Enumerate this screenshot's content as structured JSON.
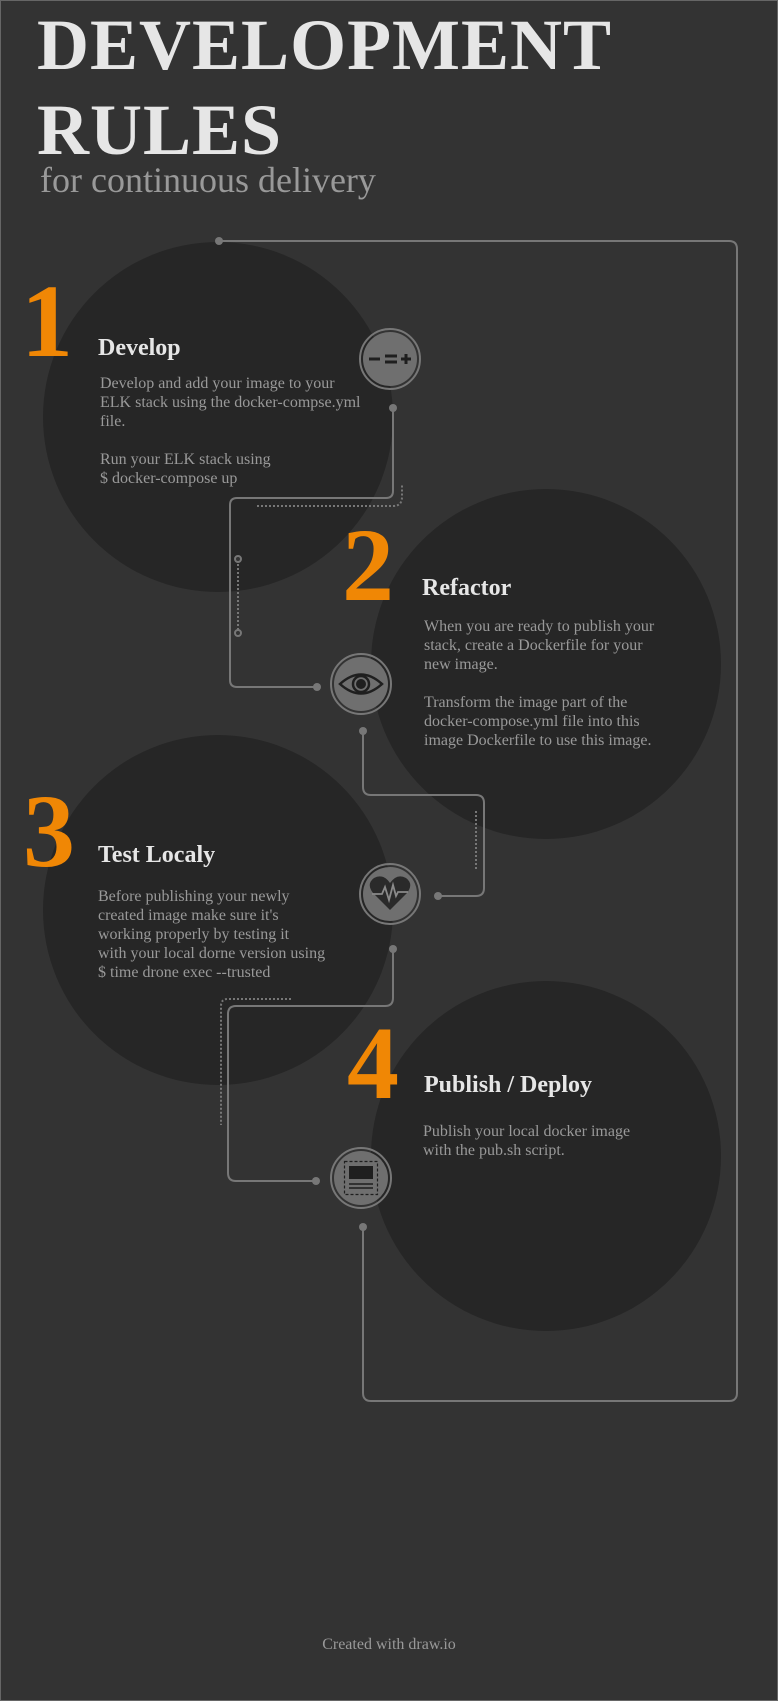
{
  "header": {
    "title_line1": "DEVELOPMENT",
    "title_line2": "RULES",
    "subtitle": "for continuous delivery"
  },
  "steps": [
    {
      "number": "1",
      "title": "Develop",
      "icon": "adjust-icon",
      "paragraphs": [
        [
          "Develop and add your image to your",
          "ELK stack using the docker-compse.yml",
          "file."
        ],
        [
          "Run your ELK stack using",
          "$ docker-compose up"
        ]
      ]
    },
    {
      "number": "2",
      "title": "Refactor",
      "icon": "eye-icon",
      "paragraphs": [
        [
          "When you are ready to publish your",
          "stack, create a Dockerfile for your",
          "new image."
        ],
        [
          "Transform the image part of the",
          "docker-compose.yml file into this",
          "image Dockerfile to use this image."
        ]
      ]
    },
    {
      "number": "3",
      "title": "Test Localy",
      "icon": "heartbeat-icon",
      "paragraphs": [
        [
          "Before publishing your newly",
          "created image make sure it's",
          "working properly by testing it",
          "with your local dorne version using",
          "$ time drone exec --trusted"
        ]
      ]
    },
    {
      "number": "4",
      "title": "Publish / Deploy",
      "icon": "monitor-icon",
      "paragraphs": [
        [
          "Publish your local docker image",
          "with the pub.sh script."
        ]
      ]
    }
  ],
  "footer": "Created with draw.io",
  "colors": {
    "background": "#333333",
    "circle": "#262626",
    "accent": "#f08705",
    "title": "#e6e6e6",
    "text": "#999999",
    "line": "#777777"
  }
}
